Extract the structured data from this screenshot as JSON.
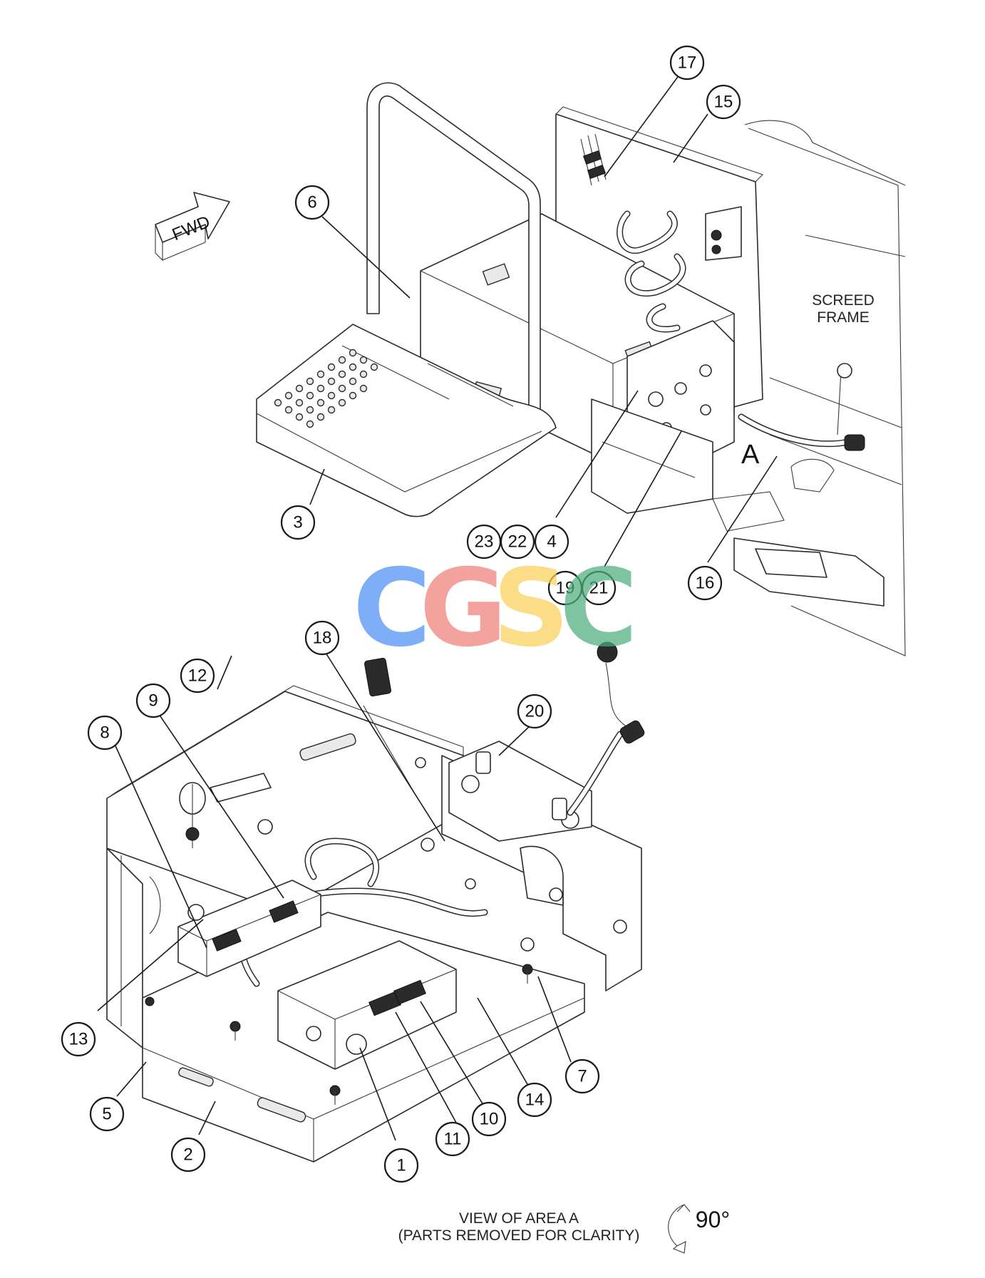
{
  "diagram": {
    "fwd_label": "FWD",
    "area_letter": "A",
    "screed_frame_label_line1": "SCREED",
    "screed_frame_label_line2": "FRAME",
    "view_caption_line1": "VIEW OF AREA A",
    "view_caption_line2": "(PARTS REMOVED FOR CLARITY)",
    "rotation_label": "90°",
    "watermark": {
      "letters": [
        "C",
        "G",
        "S",
        "C"
      ],
      "colors": [
        "#4f8ff7",
        "#ef7f7a",
        "#fbd15a",
        "#4eae7c"
      ]
    },
    "callouts": [
      "1",
      "2",
      "3",
      "4",
      "5",
      "6",
      "7",
      "8",
      "9",
      "10",
      "11",
      "12",
      "13",
      "14",
      "15",
      "16",
      "17",
      "18",
      "19",
      "20",
      "21",
      "22",
      "23"
    ]
  }
}
